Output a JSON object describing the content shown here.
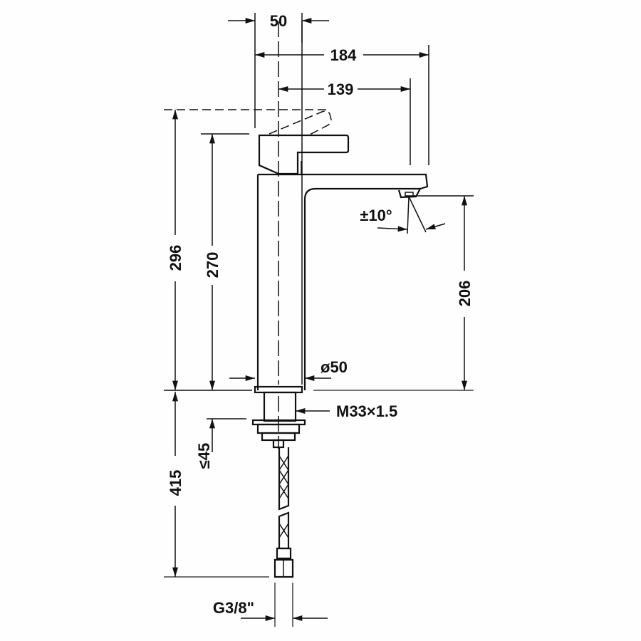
{
  "drawing": {
    "subject": "Single-lever basin mixer, side elevation with dimensions",
    "units": "mm",
    "colors": {
      "line": "#111111",
      "background": "#fefefe"
    }
  },
  "dimensions": {
    "top_width": "50",
    "overall_depth": "184",
    "spout_projection": "139",
    "overall_height": "296",
    "body_height": "270",
    "spout_outlet_height": "206",
    "swivel_angle": "±10°",
    "body_diameter": "ø50",
    "mounting_thread": "M33×1.5",
    "max_counter_thickness": "≤45",
    "hose_length": "415",
    "connection_thread": "G3/8\""
  }
}
